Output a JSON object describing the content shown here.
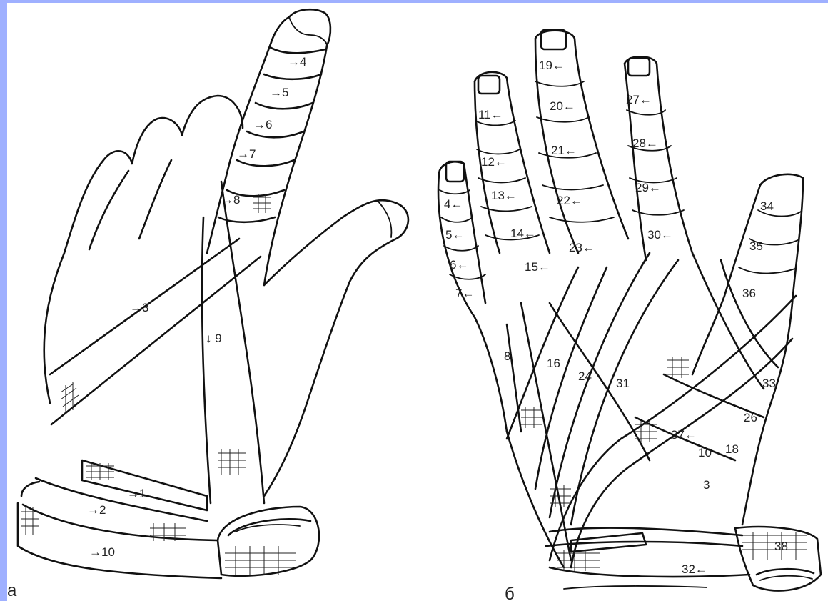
{
  "panel_a": {
    "label": "а",
    "turns": [
      "→4",
      "→5",
      "→6",
      "→7",
      "→8",
      "→3",
      "↓ 9",
      "→1",
      "→2",
      "→10"
    ]
  },
  "panel_b": {
    "label": "б",
    "turns": [
      "4←",
      "5←",
      "6←",
      "7←",
      "8",
      "11←",
      "12←",
      "13←",
      "14←",
      "15←",
      "16",
      "19←",
      "20←",
      "21←",
      "22←",
      "23←",
      "24",
      "27←",
      "28←",
      "29←",
      "30←",
      "31",
      "34",
      "35",
      "36",
      "33",
      "26",
      "37←",
      "18",
      "10",
      "3",
      "32←",
      "38"
    ]
  },
  "colors": {
    "border": "#9fb0ff",
    "paper": "#ffffff",
    "ink": "#111111"
  }
}
